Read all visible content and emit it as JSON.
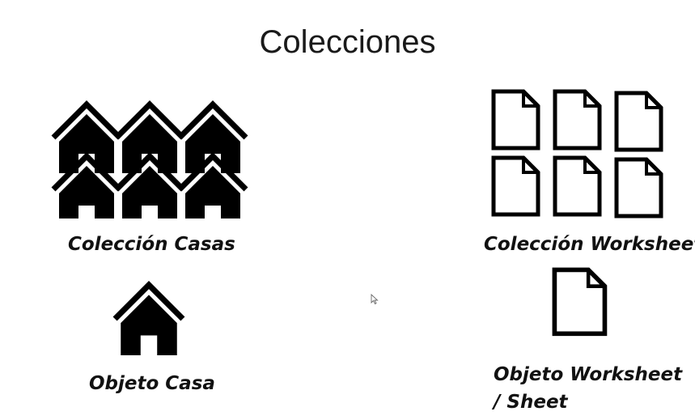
{
  "slide": {
    "title": "Colecciones",
    "houses_collection_label": "Colección Casas",
    "house_object_label": "Objeto Casa",
    "worksheets_collection_label": "Colección Worksheets",
    "worksheet_object_label_line1": "Objeto Worksheet",
    "worksheet_object_label_line2": "/ Sheet"
  },
  "icons": {
    "house": "house-icon",
    "document": "document-icon",
    "cursor": "mouse-pointer-icon"
  }
}
